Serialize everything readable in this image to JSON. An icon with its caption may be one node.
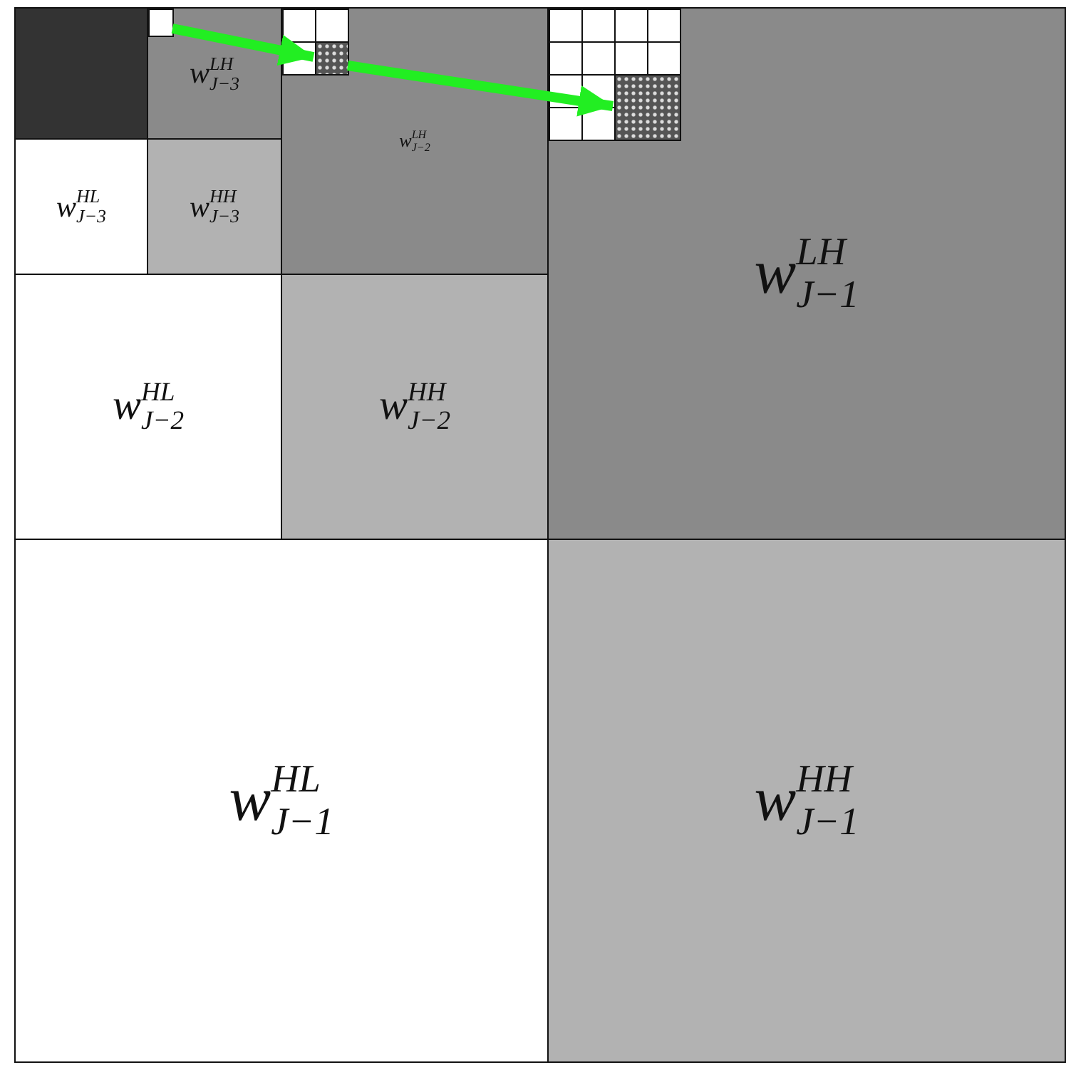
{
  "diagram": {
    "nodes": [
      {
        "text": [],
        "shape": "box"
      },
      {
        "text": [
          "w$^{LH}$$_{J−3}$"
        ]
      },
      {
        "text": [],
        "shape": "box",
        "in": 1
      },
      {
        "text": [
          "w$^{LH}$$_{J−2}$"
        ]
      },
      {
        "text": [],
        "shape": "box",
        "in": 3
      },
      {
        "text": [
          "w$^{LH}$$_{J−1}$"
        ]
      },
      {
        "text": [],
        "shape": "box",
        "in": 5
      },
      {
        "text": [
          "w$^{HL}$$_{J−3}$"
        ]
      },
      {
        "text": [
          "w$^{HH}$$_{J−3}$"
        ]
      },
      {
        "text": [
          "w$^{HL}$$_{J−2}$"
        ]
      },
      {
        "text": [
          "w$^{HH}$$_{J−2}$"
        ]
      },
      {
        "text": [
          "w$^{HL}$$_{J−1}$"
        ]
      },
      {
        "text": [
          "w$^{HH}$$_{J−1}$"
        ]
      }
    ],
    "edges": [
      {
        "from": 2,
        "to": 4,
        "arrow": "to"
      },
      {
        "from": 4,
        "to": 6,
        "arrow": "to"
      }
    ]
  }
}
